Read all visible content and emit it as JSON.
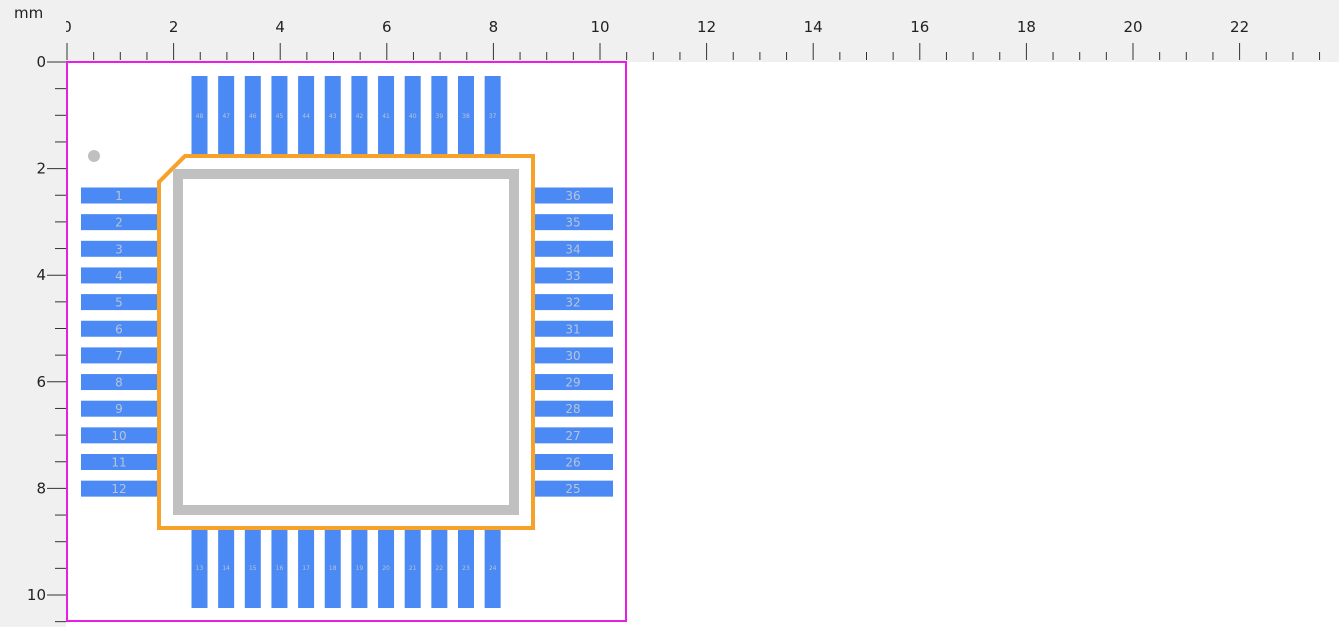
{
  "ruler": {
    "unit_label": "mm",
    "horizontal_labels": [
      "0",
      "2",
      "4",
      "6",
      "8",
      "10",
      "12",
      "14",
      "16",
      "18",
      "20",
      "22",
      "2"
    ],
    "vertical_labels": [
      "0",
      "2",
      "4",
      "6",
      "8",
      "10"
    ]
  },
  "footprint": {
    "pins_left": [
      "1",
      "2",
      "3",
      "4",
      "5",
      "6",
      "7",
      "8",
      "9",
      "10",
      "11",
      "12"
    ],
    "pins_bottom": [
      "13",
      "14",
      "15",
      "16",
      "17",
      "18",
      "19",
      "20",
      "21",
      "22",
      "23",
      "24"
    ],
    "pins_right": [
      "36",
      "35",
      "34",
      "33",
      "32",
      "31",
      "30",
      "29",
      "28",
      "27",
      "26",
      "25"
    ],
    "pins_top": [
      "48",
      "47",
      "46",
      "45",
      "44",
      "43",
      "42",
      "41",
      "40",
      "39",
      "38",
      "37"
    ]
  },
  "colors": {
    "pad": "#4b8af5",
    "pin_label": "#b8c4d6",
    "boundary": "#e81ee8",
    "courtyard_outline": "#f5a12a",
    "body_outline": "#c0c0c0",
    "pin1_marker": "#c0c0c0",
    "ruler_background": "#f0f0f0"
  }
}
